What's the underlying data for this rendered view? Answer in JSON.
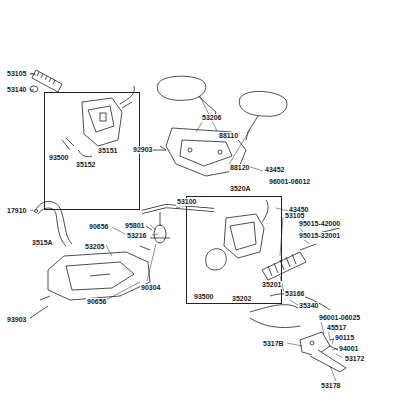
{
  "diagram": {
    "nodes": [
      {
        "text": [
          "3515A",
          "93500",
          "35152",
          "35151"
        ]
      },
      {
        "text": [
          "3520A",
          "93500",
          "35202",
          "35201"
        ]
      }
    ],
    "labels": [
      "53105",
      "53140",
      "88110",
      "88120",
      "53206",
      "92903",
      "43452",
      "96001-06012",
      "43450",
      "95015-42000",
      "95015-32001",
      "17910",
      "90656",
      "95801",
      "53216",
      "53100",
      "53205",
      "90656",
      "90304",
      "93903",
      "53105",
      "53166",
      "35340",
      "96001-06025",
      "45517",
      "90115",
      "94001",
      "53172",
      "5317B",
      "53178"
    ]
  }
}
